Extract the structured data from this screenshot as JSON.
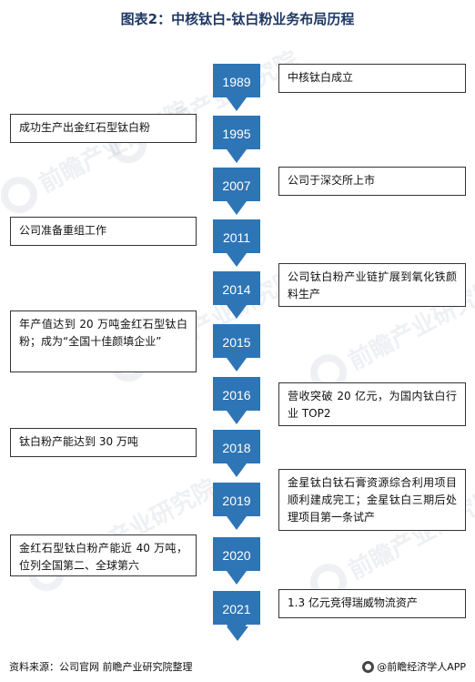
{
  "title": "图表2：中核钛白-钛白粉业务布局历程",
  "watermark": "前瞻产业研究院",
  "accent_color": "#2e75b6",
  "timeline": [
    {
      "year": "1989",
      "text": "中核钛白成立",
      "side": "right"
    },
    {
      "year": "1995",
      "text": "成功生产出金红石型钛白粉",
      "side": "left"
    },
    {
      "year": "2007",
      "text": "公司于深交所上市",
      "side": "right"
    },
    {
      "year": "2011",
      "text": "公司准备重组工作",
      "side": "left"
    },
    {
      "year": "2014",
      "text": "公司钛白粉产业链扩展到氧化铁颜料生产",
      "side": "right"
    },
    {
      "year": "2015",
      "text": "年产值达到 20 万吨金红石型钛白粉；成为“全国十佳颜填企业”",
      "side": "left"
    },
    {
      "year": "2016",
      "text": "营收突破 20 亿元，为国内钛白行业 TOP2",
      "side": "right"
    },
    {
      "year": "2018",
      "text": "钛白粉产能达到 30 万吨",
      "side": "left"
    },
    {
      "year": "2019",
      "text": "金星钛白钛石膏资源综合利用项目顺利建成完工；金星钛白三期后处理项目第一条试产",
      "side": "right"
    },
    {
      "year": "2020",
      "text": "金红石型钛白粉产能近 40 万吨，位列全国第二、全球第六",
      "side": "left"
    },
    {
      "year": "2021",
      "text": "1.3 亿元竞得瑞威物流资产",
      "side": "right"
    }
  ],
  "footer": {
    "source": "资料来源：公司官网 前瞻产业研究院整理",
    "brand": "@前瞻经济学人APP"
  }
}
